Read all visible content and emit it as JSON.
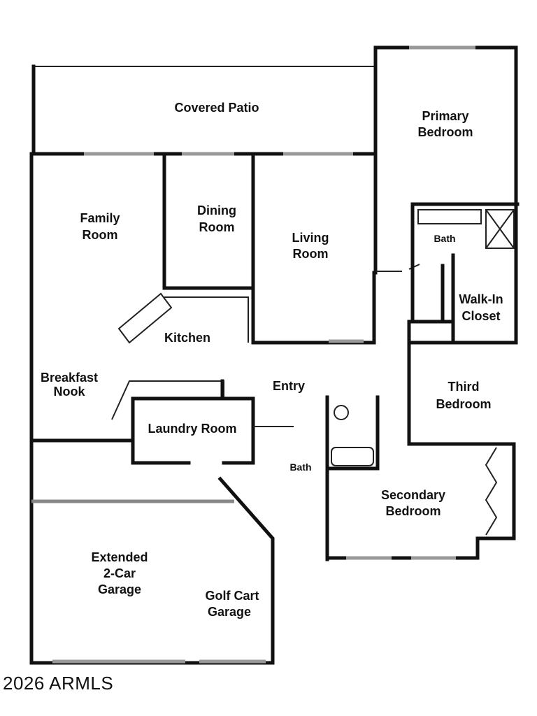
{
  "rooms": {
    "covered_patio": "Covered Patio",
    "primary_bedroom": [
      "Primary",
      "Bedroom"
    ],
    "family_room": [
      "Family",
      "Room"
    ],
    "dining_room": [
      "Dining",
      "Room"
    ],
    "living_room": [
      "Living",
      "Room"
    ],
    "primary_bath": "Bath",
    "walk_in_closet": [
      "Walk-In",
      "Closet"
    ],
    "kitchen": "Kitchen",
    "breakfast_nook": [
      "Breakfast",
      "Nook"
    ],
    "entry": "Entry",
    "third_bedroom": [
      "Third",
      "Bedroom"
    ],
    "laundry_room": "Laundry Room",
    "hall_bath": "Bath",
    "secondary_bedroom": [
      "Secondary",
      "Bedroom"
    ],
    "garage": [
      "Extended",
      "2-Car",
      "Garage"
    ],
    "golf_cart_garage": [
      "Golf Cart",
      "Garage"
    ]
  },
  "copyright": "2026 ARMLS"
}
